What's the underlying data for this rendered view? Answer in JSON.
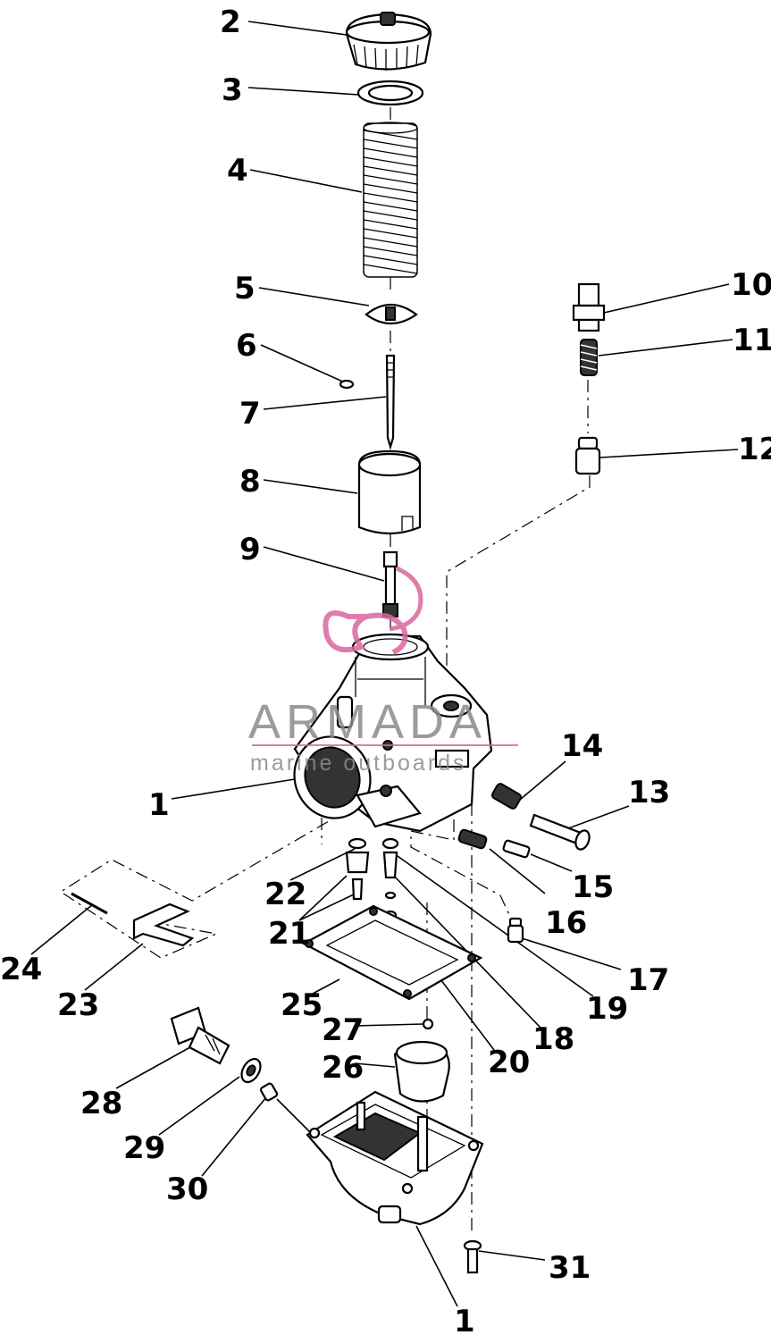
{
  "watermark": {
    "brand": "ARMADA",
    "tagline": "marine outboards",
    "accent_color": "#d9679e",
    "text_color": "#8a8a8a"
  },
  "callouts": [
    {
      "id": "c2",
      "label": "2"
    },
    {
      "id": "c3",
      "label": "3"
    },
    {
      "id": "c4",
      "label": "4"
    },
    {
      "id": "c5",
      "label": "5"
    },
    {
      "id": "c6",
      "label": "6"
    },
    {
      "id": "c7",
      "label": "7"
    },
    {
      "id": "c8",
      "label": "8"
    },
    {
      "id": "c9",
      "label": "9"
    },
    {
      "id": "c10",
      "label": "10"
    },
    {
      "id": "c11",
      "label": "11"
    },
    {
      "id": "c12",
      "label": "12"
    },
    {
      "id": "c1a",
      "label": "1"
    },
    {
      "id": "c14",
      "label": "14"
    },
    {
      "id": "c13",
      "label": "13"
    },
    {
      "id": "c15",
      "label": "15"
    },
    {
      "id": "c16",
      "label": "16"
    },
    {
      "id": "c22",
      "label": "22"
    },
    {
      "id": "c21",
      "label": "21"
    },
    {
      "id": "c17",
      "label": "17"
    },
    {
      "id": "c24",
      "label": "24"
    },
    {
      "id": "c23",
      "label": "23"
    },
    {
      "id": "c25",
      "label": "25"
    },
    {
      "id": "c19",
      "label": "19"
    },
    {
      "id": "c18",
      "label": "18"
    },
    {
      "id": "c20",
      "label": "20"
    },
    {
      "id": "c27",
      "label": "27"
    },
    {
      "id": "c26",
      "label": "26"
    },
    {
      "id": "c28",
      "label": "28"
    },
    {
      "id": "c29",
      "label": "29"
    },
    {
      "id": "c30",
      "label": "30"
    },
    {
      "id": "c31",
      "label": "31"
    },
    {
      "id": "c1b",
      "label": "1"
    }
  ]
}
